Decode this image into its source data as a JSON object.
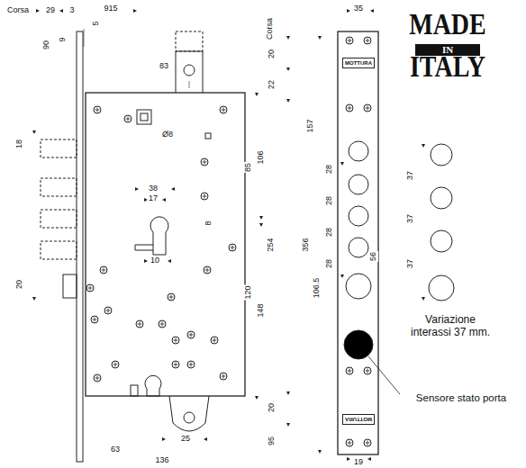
{
  "diagram": {
    "nodes": [
      {
        "text": [
          "MOTTURA"
        ]
      },
      {
        "text": [
          "MOTTURA"
        ]
      }
    ],
    "labels": [
      "Corsa",
      "29",
      "3",
      "915",
      "35",
      "Corsa",
      "5",
      "90",
      "9",
      "83",
      "20",
      "22",
      "18",
      "Ø8",
      "106",
      "85",
      "157",
      "38",
      "17",
      "8",
      "28",
      "28",
      "28",
      "28",
      "37",
      "37",
      "37",
      "254",
      "356",
      "56",
      "10",
      "20",
      "120",
      "148",
      "106.5",
      "Variazione interassi 37 mm.",
      "Sensore stato porta",
      "20",
      "95",
      "25",
      "63",
      "136",
      "19",
      "MADE",
      "IN",
      "ITALY"
    ]
  }
}
